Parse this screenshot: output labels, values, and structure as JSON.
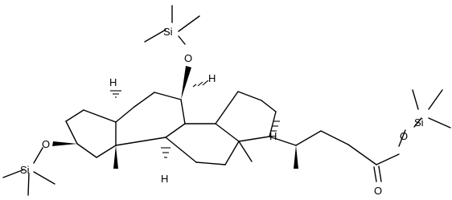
{
  "molecule": {
    "atom_labels": {
      "si_top": "Si",
      "o_top": "O",
      "si_left": "Si",
      "o_left": "O",
      "si_right": "Si",
      "o_ester": "O",
      "o_carbonyl": "O",
      "h_c5": "H",
      "h_c8": "H",
      "h_c9": "H",
      "h_c14": "H"
    }
  }
}
